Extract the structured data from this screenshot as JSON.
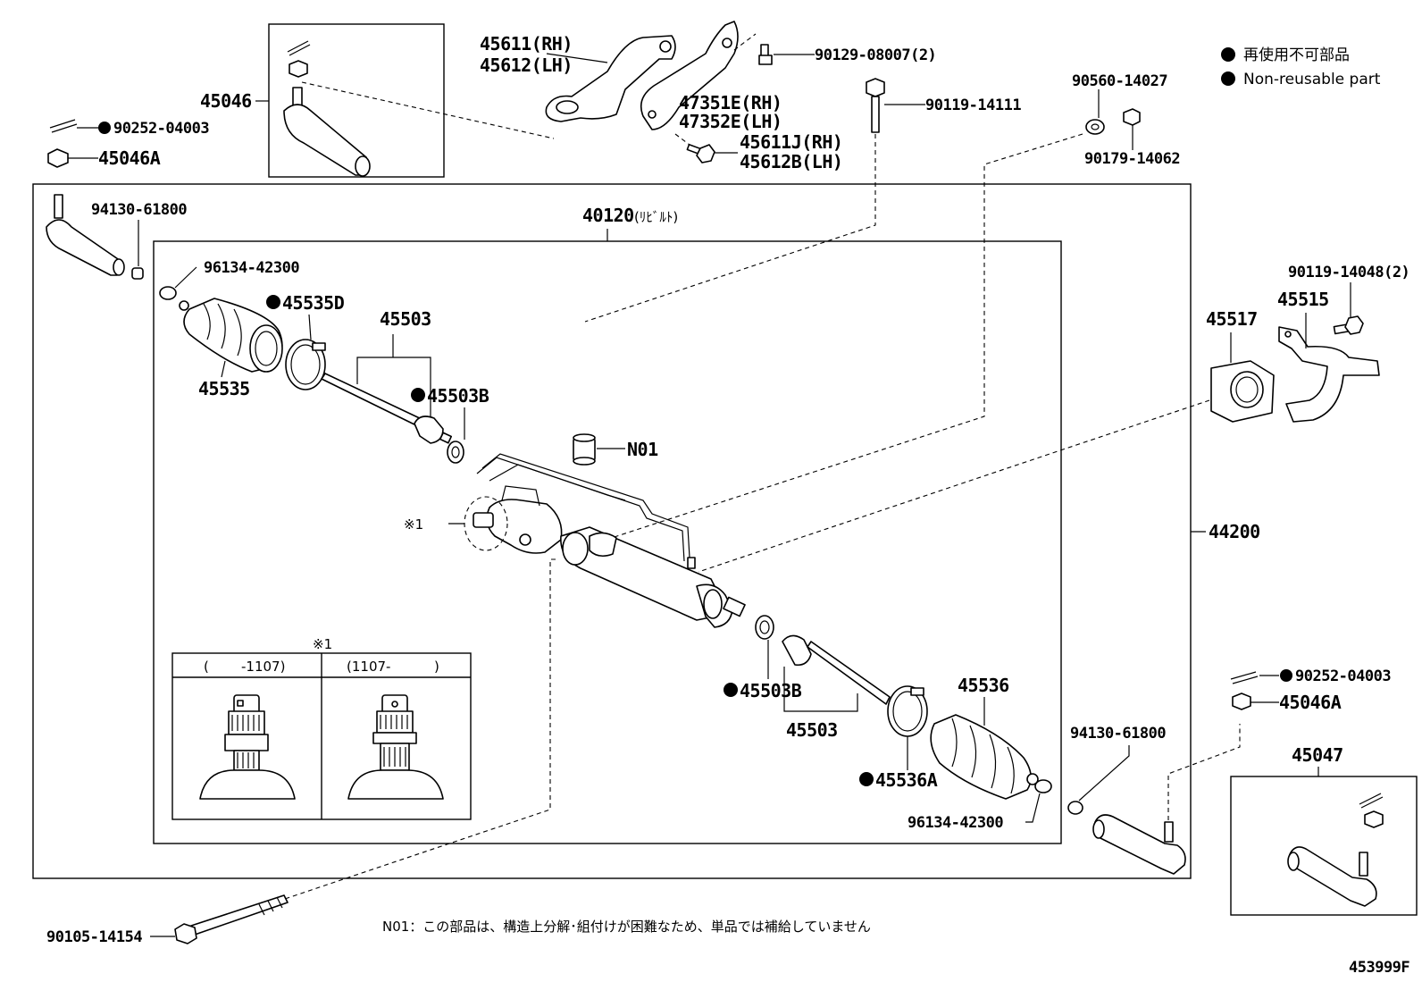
{
  "legend": {
    "ja": "再使用不可部品",
    "en": "Non-reusable part"
  },
  "parts": {
    "p45046": "45046",
    "p90252_top": "90252-04003",
    "p45046A_top": "45046A",
    "p94130_top": "94130-61800",
    "p45611": "45611(RH)",
    "p45612": "45612(LH)",
    "p47351E": "47351E(RH)",
    "p47352E": "47352E(LH)",
    "p45611J": "45611J(RH)",
    "p45612B": "45612B(LH)",
    "p90129": "90129-08007(2)",
    "p90119_14111": "90119-14111",
    "p90560": "90560-14027",
    "p90179": "90179-14062",
    "p40120": "40120",
    "p40120_sub": "(ﾘﾋﾞﾙﾄ)",
    "p96134_top": "96134-42300",
    "p45535D": "45535D",
    "p45503_top": "45503",
    "p45503B_top": "45503B",
    "p45535": "45535",
    "pN01": "N01",
    "pMark1": "※1",
    "p90119_14048": "90119-14048(2)",
    "p45515": "45515",
    "p45517": "45517",
    "p44200": "44200",
    "p45503B_bot": "45503B",
    "p45503_bot": "45503",
    "p45536": "45536",
    "p45536A": "45536A",
    "p96134_bot": "96134-42300",
    "p94130_bot": "94130-61800",
    "p90252_bot": "90252-04003",
    "p45046A_bot": "45046A",
    "p45047": "45047",
    "p90105": "90105-14154"
  },
  "inset": {
    "title": "※1",
    "col1_open": "(",
    "col1_range": "-1107)",
    "col2_open": "(1107-",
    "col2_close": ")"
  },
  "footnote": "N01：この部品は、構造上分解･組付けが困難なため、単品では補給していません",
  "figure_id": "453999F"
}
